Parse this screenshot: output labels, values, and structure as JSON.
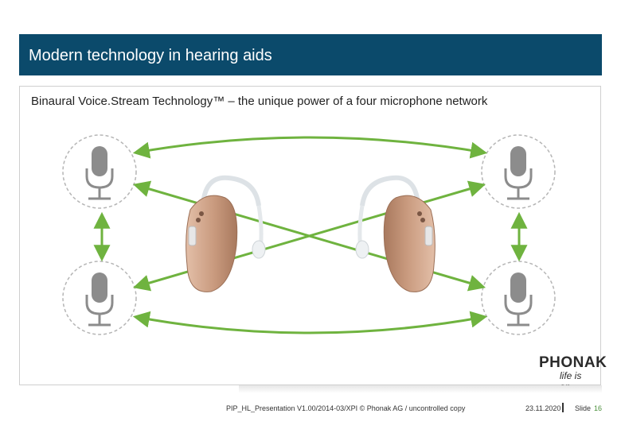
{
  "header": {
    "title": "Modern technology in hearing aids"
  },
  "content": {
    "subtitle": "Binaural Voice.Stream Technology™ – the unique power of a four microphone network"
  },
  "logo": {
    "brand": "PHONAK",
    "tagline": "life is on"
  },
  "footer": {
    "presentation": "PIP_HL_Presentation V1.00/2014-03/XPI © Phonak AG / uncontrolled copy",
    "date": "23.11.2020",
    "slide_label": "Slide",
    "slide_number": "16"
  },
  "colors": {
    "header_bg": "#0b4a6b",
    "arrow_green": "#6fb33f",
    "mic_gray": "#8c8c8c",
    "device_beige": "#c99a7e"
  },
  "icons": [
    "microphone-icon",
    "hearing-aid-device",
    "bidirectional-arrow"
  ]
}
